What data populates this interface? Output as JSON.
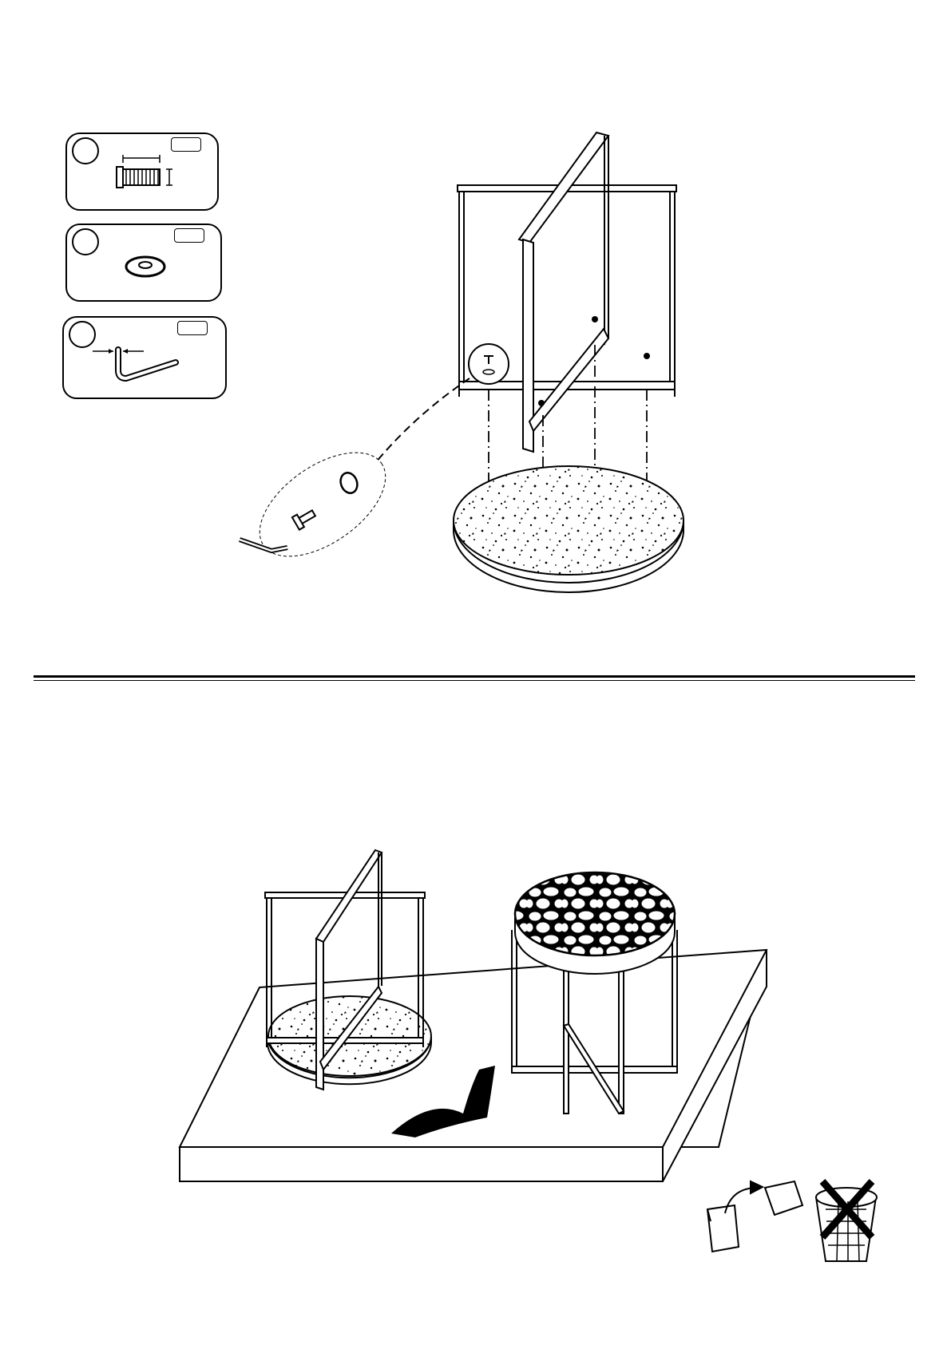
{
  "document": {
    "type": "assembly-instructions",
    "steps": [
      {
        "illustration": "attach-top-to-frame"
      },
      {
        "illustration": "turn-table-upright"
      }
    ],
    "hardware": [
      {
        "icon": "bolt-icon",
        "label": "",
        "qty": ""
      },
      {
        "icon": "washer-icon",
        "label": "",
        "qty": ""
      },
      {
        "icon": "allen-key-icon",
        "label": "",
        "qty": ""
      }
    ],
    "footer_icons": [
      "recycle-packaging-icon",
      "no-waste-bin-icon"
    ],
    "colors": {
      "ink": "#000000",
      "paper": "#ffffff"
    }
  }
}
